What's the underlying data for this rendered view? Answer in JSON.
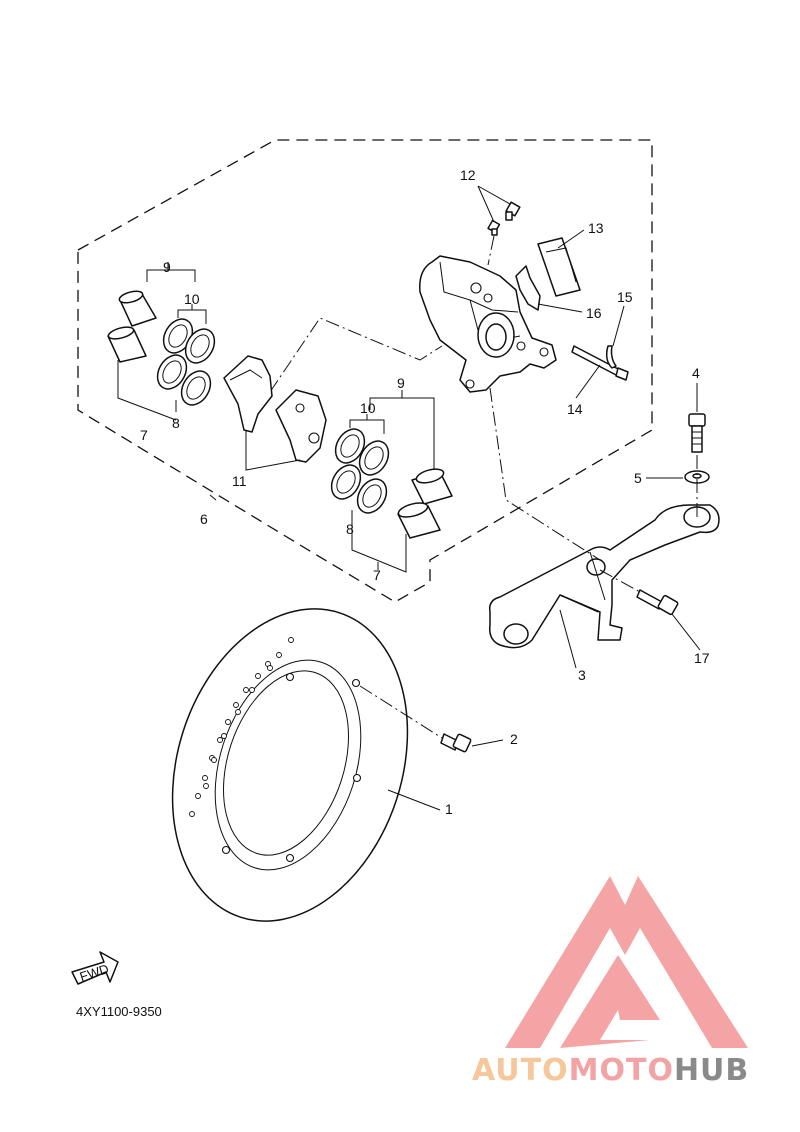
{
  "callouts": {
    "c1": "1",
    "c2": "2",
    "c3": "3",
    "c4": "4",
    "c5": "5",
    "c6": "6",
    "c7a": "7",
    "c7b": "7",
    "c8a": "8",
    "c8b": "8",
    "c9a": "9",
    "c9b": "9",
    "c10a": "10",
    "c10b": "10",
    "c11": "11",
    "c12": "12",
    "c13": "13",
    "c14": "14",
    "c15": "15",
    "c16": "16",
    "c17": "17"
  },
  "diagram_code": "4XY1100-9350",
  "fwd_label": "FWD",
  "watermark": {
    "part1": "AUTO",
    "part2": "MOTO",
    "part3": "HUB",
    "colors": {
      "part1": "#f6c79a",
      "part2": "#f3a3a3",
      "part3": "#8a8a8a",
      "logo": "#f4a0a0"
    }
  }
}
